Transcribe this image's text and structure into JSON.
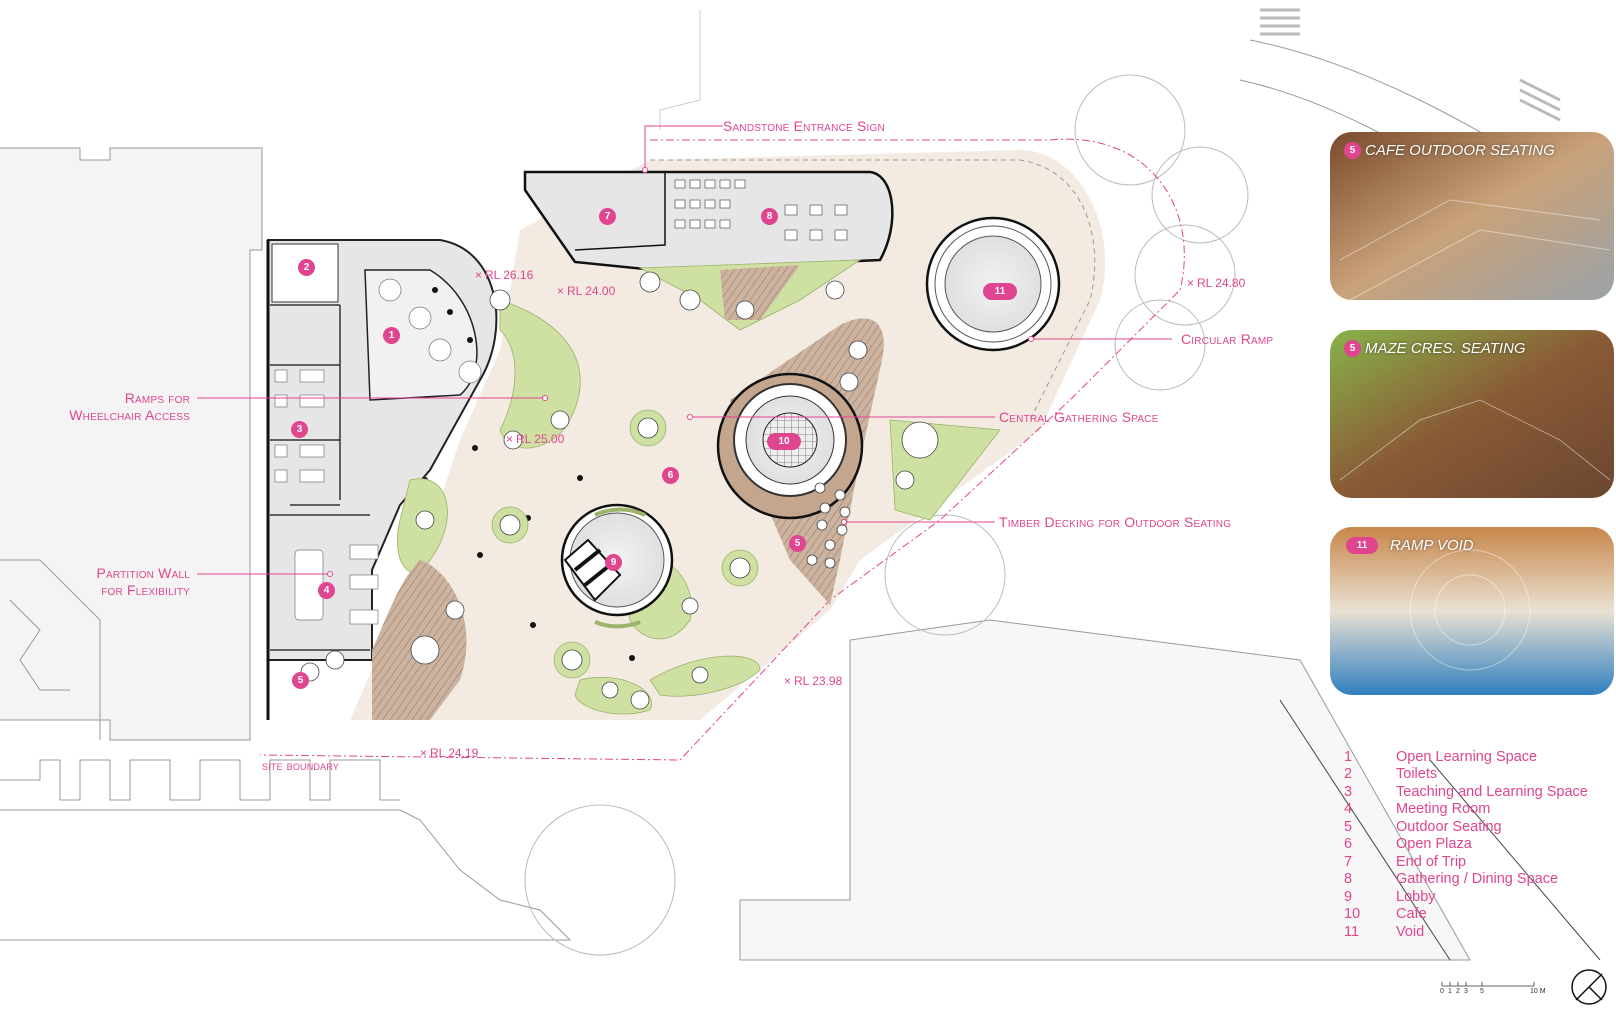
{
  "callouts": {
    "sandstone_sign": "Sandstone Entrance Sign",
    "ramps": [
      "Ramps for",
      "Wheelchair Access"
    ],
    "partition": [
      "Partition Wall",
      "for Flexibility"
    ],
    "central_gathering": "Central Gathering Space",
    "circular_ramp": "Circular Ramp",
    "timber_decking": "Timber Decking for Outdoor Seating",
    "site_boundary": "site boundary"
  },
  "levels": {
    "rl1": "RL 26.16",
    "rl2": "RL 24.00",
    "rl3": "RL 25.00",
    "rl4": "RL 24.80",
    "rl5": "RL 23.98",
    "rl6": "RL 24.19",
    "mark": "×"
  },
  "markers": {
    "m1": "1",
    "m2": "2",
    "m3": "3",
    "m4": "4",
    "m5a": "5",
    "m5b": "5",
    "m6": "6",
    "m7": "7",
    "m8": "8",
    "m9": "9",
    "m10": "10",
    "m11": "11"
  },
  "cards": [
    {
      "num": "5",
      "title": "CAFE OUTDOOR SEATING"
    },
    {
      "num": "5",
      "title": "MAZE CRES. SEATING"
    },
    {
      "num": "11",
      "title": "RAMP VOID"
    }
  ],
  "legend": [
    {
      "n": "1",
      "label": "Open Learning Space"
    },
    {
      "n": "2",
      "label": "Toilets"
    },
    {
      "n": "3",
      "label": "Teaching and Learning Space"
    },
    {
      "n": "4",
      "label": "Meeting Room"
    },
    {
      "n": "5",
      "label": "Outdoor Seating"
    },
    {
      "n": "6",
      "label": "Open Plaza"
    },
    {
      "n": "7",
      "label": "End of Trip"
    },
    {
      "n": "8",
      "label": "Gathering / Dining Space"
    },
    {
      "n": "9",
      "label": "Lobby"
    },
    {
      "n": "10",
      "label": "Cafe"
    },
    {
      "n": "11",
      "label": "Void"
    }
  ],
  "scale": {
    "ticks": [
      "0",
      "1",
      "2",
      "3",
      "5",
      "10 M"
    ]
  },
  "colors": {
    "accent": "#e0458f",
    "plaza": "#f3ebe2",
    "floor": "#e6e6e6",
    "green": "#cfe0a3",
    "deck": "#bfa38c"
  }
}
